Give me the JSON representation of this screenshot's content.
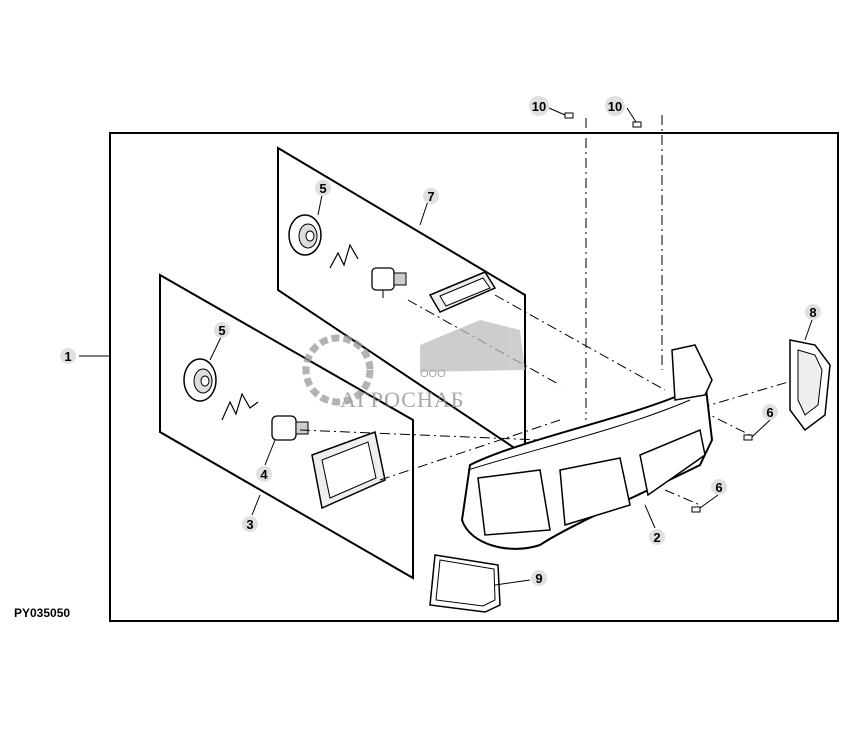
{
  "diagram": {
    "figure_id": "PY035050",
    "callouts": [
      {
        "id": "c1",
        "label": "1"
      },
      {
        "id": "c2",
        "label": "2"
      },
      {
        "id": "c3",
        "label": "3"
      },
      {
        "id": "c4",
        "label": "4"
      },
      {
        "id": "c5a",
        "label": "5"
      },
      {
        "id": "c5b",
        "label": "5"
      },
      {
        "id": "c6a",
        "label": "6"
      },
      {
        "id": "c6b",
        "label": "6"
      },
      {
        "id": "c7",
        "label": "7"
      },
      {
        "id": "c8",
        "label": "8"
      },
      {
        "id": "c9",
        "label": "9"
      },
      {
        "id": "c10a",
        "label": "10"
      },
      {
        "id": "c10b",
        "label": "10"
      }
    ]
  },
  "watermark": {
    "brand": "АГРОСНАБ",
    "prefix": "ООО"
  }
}
